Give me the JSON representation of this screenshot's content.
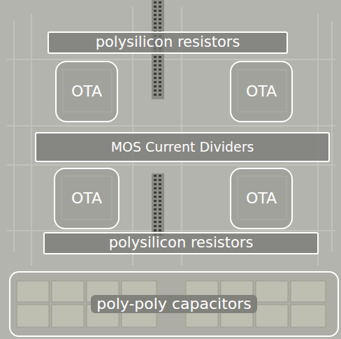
{
  "diagram": {
    "nodes": [
      {
        "text": [
          "polysilicon resistors"
        ]
      },
      {
        "text": [
          "OTA"
        ]
      },
      {
        "text": [
          "OTA"
        ]
      },
      {
        "text": [
          "MOS Current Dividers"
        ]
      },
      {
        "text": [
          "OTA"
        ]
      },
      {
        "text": [
          "OTA"
        ]
      },
      {
        "text": [
          "polysilicon resistors"
        ]
      },
      {
        "text": [
          "poly-poly capacitors"
        ]
      }
    ]
  }
}
